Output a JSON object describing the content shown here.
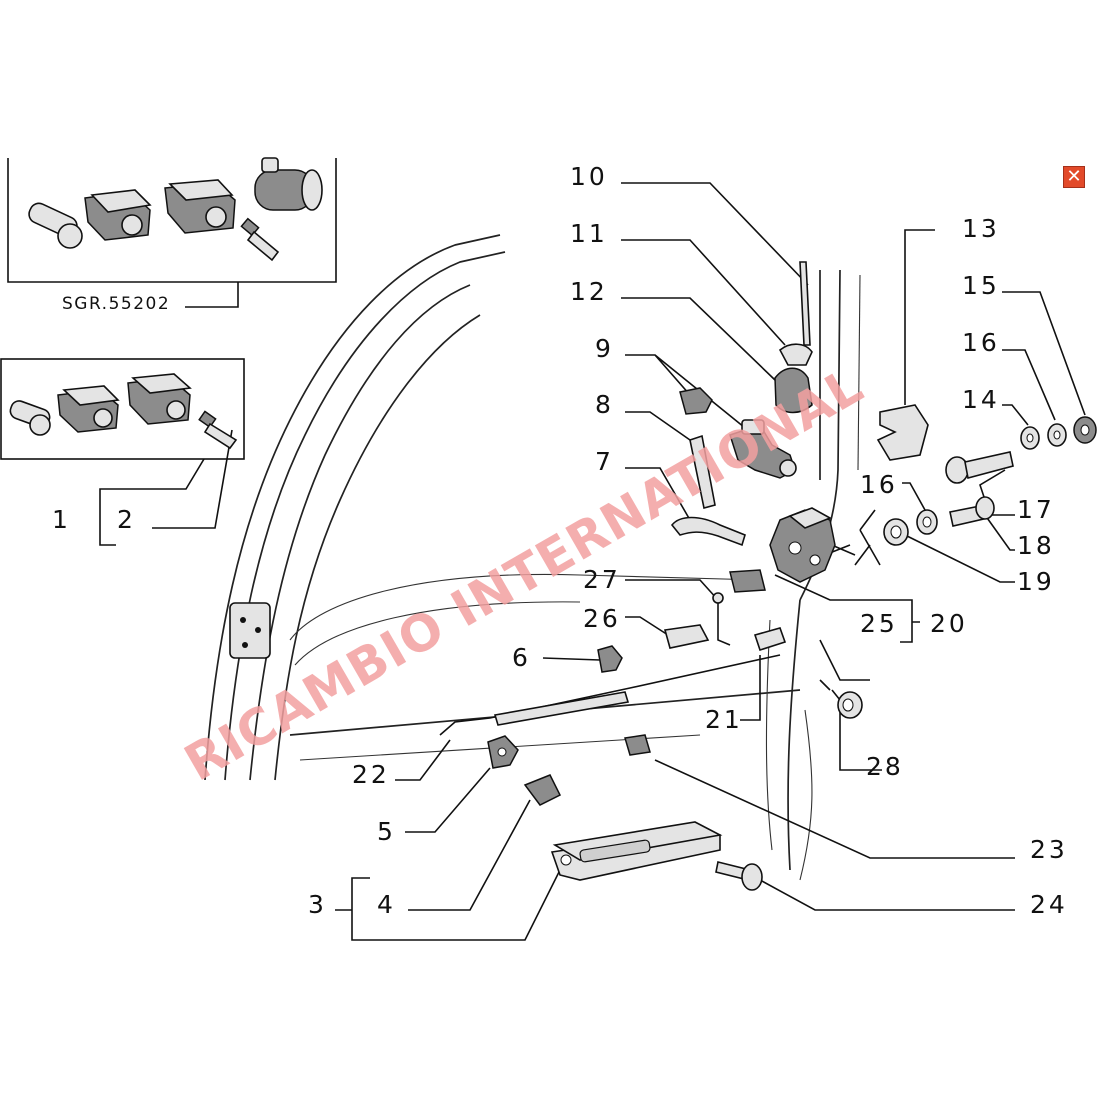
{
  "diagram": {
    "watermark": "RICAMBIO INTERNATIONAL",
    "kit_reference": "SGR.55202",
    "close_symbol": "✕",
    "callouts": {
      "n1": "1",
      "n2": "2",
      "n3": "3",
      "n4": "4",
      "n5": "5",
      "n6": "6",
      "n7": "7",
      "n8": "8",
      "n9": "9",
      "n10": "10",
      "n11": "11",
      "n12": "12",
      "n13": "13",
      "n14": "14",
      "n15": "15",
      "n16a": "16",
      "n16b": "16",
      "n17": "17",
      "n18": "18",
      "n19": "19",
      "n20": "20",
      "n21": "21",
      "n22": "22",
      "n23": "23",
      "n24": "24",
      "n25": "25",
      "n26": "26",
      "n27": "27",
      "n28": "28"
    },
    "colors": {
      "watermark": "#f2a0a0",
      "close_button": "#e24a2a",
      "line": "#111111"
    }
  }
}
